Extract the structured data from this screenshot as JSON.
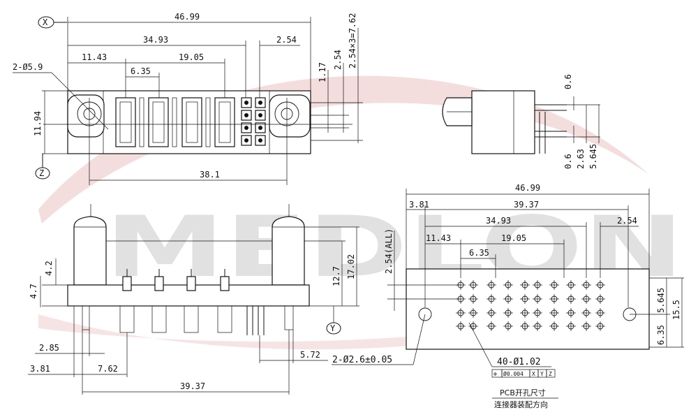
{
  "watermark": {
    "text": "MEDLON",
    "swoosh_color": "#d9a0a0",
    "text_color": "#c9c9c9"
  },
  "datums": {
    "x": "X",
    "y": "Y",
    "z": "Z"
  },
  "front_view": {
    "holes_callout": "2-Ø5.9",
    "overall_width": "46.99",
    "span_34": "34.93",
    "pitch_254_top": "2.54",
    "span_11": "11.43",
    "span_19": "19.05",
    "span_635": "6.35",
    "height": "11.94",
    "hole_span": "38.1",
    "v_117": "1.17",
    "v_254": "2.54",
    "v_254x3": "2.54×3=7.62"
  },
  "side_view": {
    "d_06_top": "0.6",
    "d_06_bot": "0.6",
    "d_263": "2.63",
    "d_5645": "5.645"
  },
  "elevation_view": {
    "h_42": "4.2",
    "h_47": "4.7",
    "h_127": "12.7",
    "h_1702": "17.02",
    "d_285": "2.85",
    "d_381": "3.81",
    "d_762": "7.62",
    "d_3937": "39.37",
    "d_572": "5.72"
  },
  "pcb_view": {
    "overall_width": "46.99",
    "d_381": "3.81",
    "d_3937": "39.37",
    "d_3493": "34.93",
    "d_254": "2.54",
    "d_1143": "11.43",
    "d_1905": "19.05",
    "d_635": "6.35",
    "pitch_all": "2.54(ALL)",
    "v_5645": "5.645",
    "v_635": "6.35",
    "v_155": "15.5",
    "mount_holes": "2-Ø2.6±0.05",
    "pin_holes": "40-Ø1.02",
    "tolerance_frame": [
      "⊕",
      "Ø0.004",
      "X",
      "Y",
      "Z"
    ],
    "caption_line1": "PCB开孔尺寸",
    "caption_line2": "连接器装配方向"
  }
}
